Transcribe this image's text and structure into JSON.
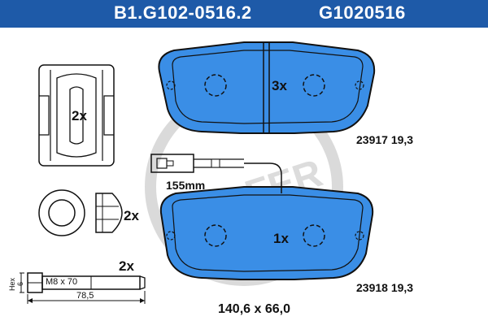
{
  "header": {
    "part_number": "B1.G102-0516.2",
    "reference_number": "G1020516"
  },
  "upper_pad": {
    "quantity": "3x",
    "spec": "23917 19,3"
  },
  "lower_pad": {
    "quantity": "1x",
    "spec": "23918 19,3"
  },
  "clip": {
    "quantity": "2x"
  },
  "bushing": {
    "quantity": "2x"
  },
  "bolt": {
    "quantity": "2x",
    "thread": "M8 x 70",
    "length": "78,5",
    "hex_label": "Hex",
    "hex_size": "6"
  },
  "sensor": {
    "cable_length": "155mm"
  },
  "dimensions": "140,6 x 66,0",
  "colors": {
    "header_bg": "#1e5aa8",
    "pad_fill": "#3a8ee6",
    "outline": "#111111",
    "watermark": "#d7d7d7"
  }
}
